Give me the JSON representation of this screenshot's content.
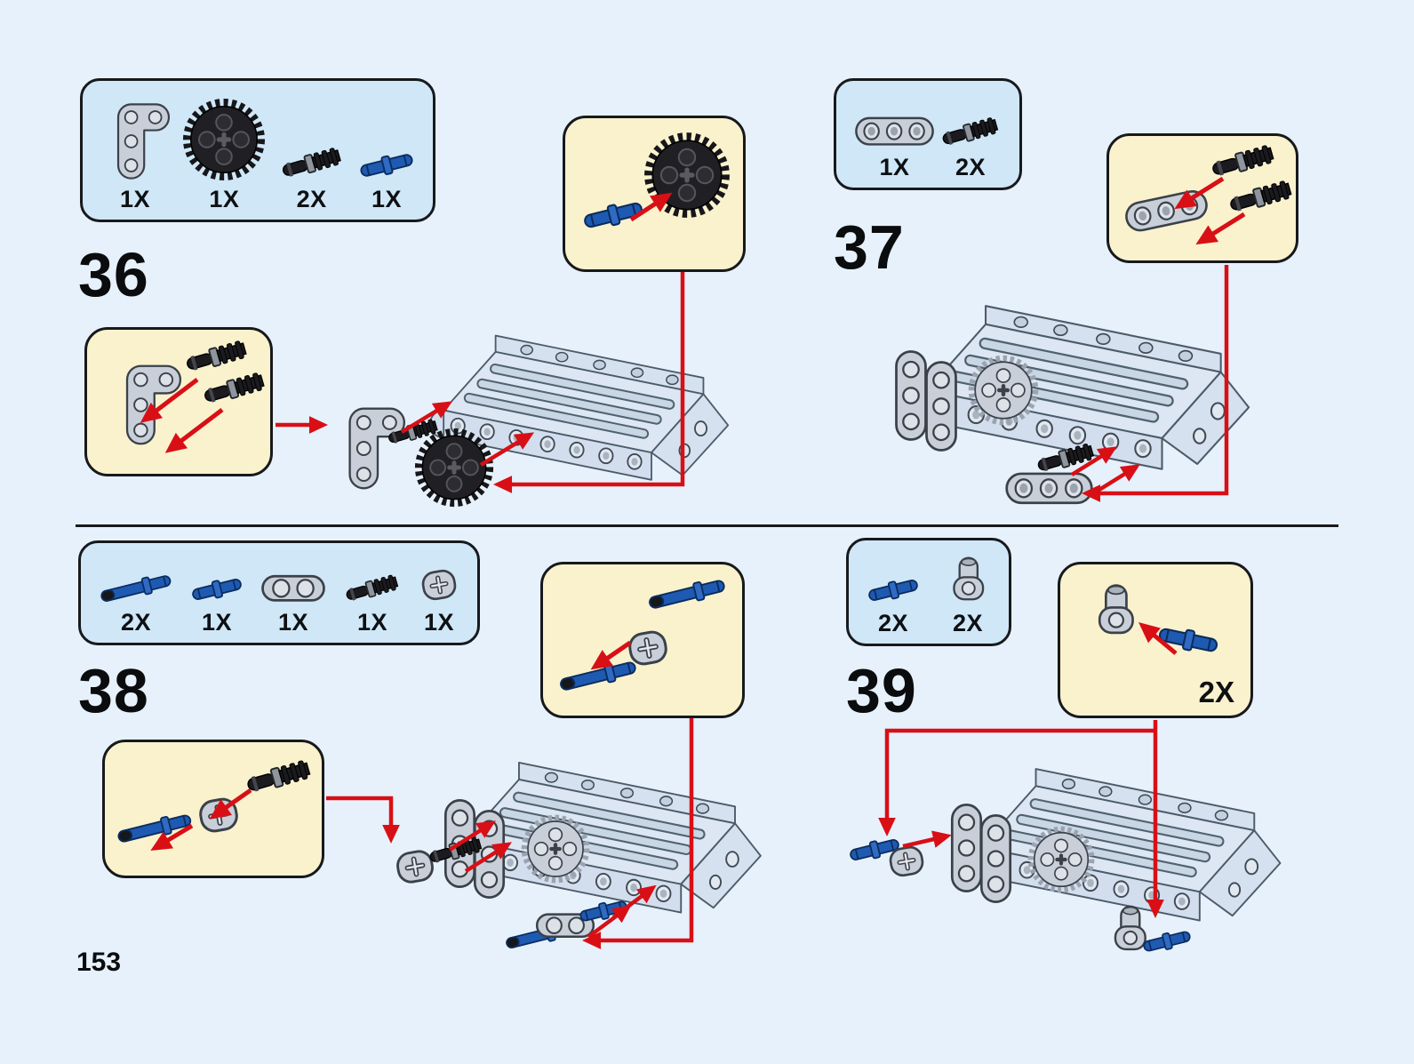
{
  "page": {
    "number": "153"
  },
  "colors": {
    "background": "#e7f1fb",
    "parts_box_fill": "#cfe7f7",
    "callout_fill": "#f9f2cd",
    "outline": "#17191c",
    "arrow_red": "#d90f16",
    "piece_gray": "#c9cfd8",
    "piece_blue": "#1f5ab2",
    "piece_black": "#1b1b1f",
    "assembly_fill": "#dce7f3"
  },
  "steps": [
    {
      "number": "36",
      "parts": [
        {
          "name": "liftarm-t-3x3",
          "qty": "1X"
        },
        {
          "name": "gear-36-tooth",
          "qty": "1X"
        },
        {
          "name": "axle-pin-2l",
          "qty": "2X"
        },
        {
          "name": "connector-pin-blue",
          "qty": "1X"
        }
      ]
    },
    {
      "number": "37",
      "parts": [
        {
          "name": "liftarm-thick-1x3",
          "qty": "1X"
        },
        {
          "name": "axle-pin-2l",
          "qty": "2X"
        }
      ]
    },
    {
      "number": "38",
      "parts": [
        {
          "name": "pin-long-3l",
          "qty": "2X"
        },
        {
          "name": "connector-pin-blue",
          "qty": "1X"
        },
        {
          "name": "pin-connector-1x2",
          "qty": "1X"
        },
        {
          "name": "axle-pin-2l",
          "qty": "1X"
        },
        {
          "name": "axle-connector",
          "qty": "1X"
        }
      ]
    },
    {
      "number": "39",
      "parts": [
        {
          "name": "connector-pin-blue",
          "qty": "2X"
        },
        {
          "name": "angle-connector",
          "qty": "2X"
        }
      ],
      "callout_qty": "2X"
    }
  ]
}
